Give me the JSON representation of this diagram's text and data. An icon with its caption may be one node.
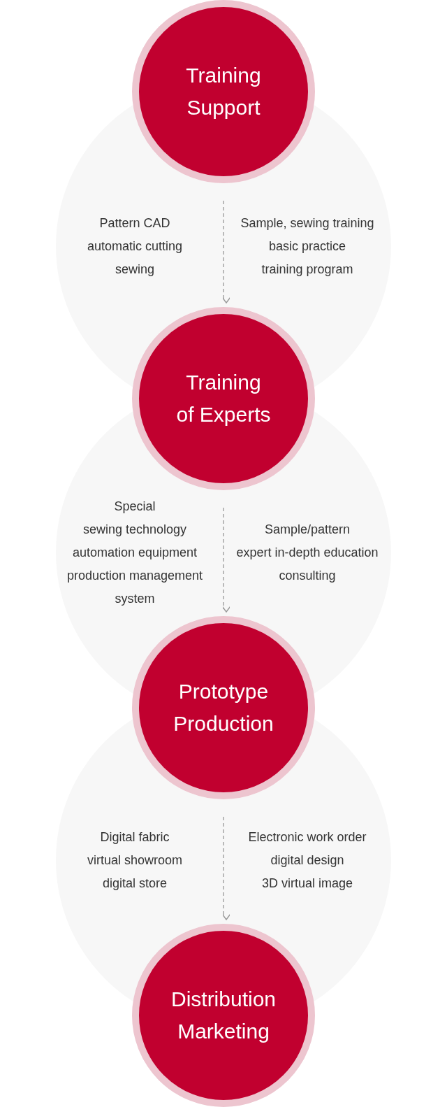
{
  "diagram": {
    "nodes": [
      {
        "text": [
          "Training Support"
        ]
      },
      {
        "text": [
          "Training of Experts"
        ]
      },
      {
        "text": [
          "Prototype Production"
        ]
      },
      {
        "text": [
          "Distribution Marketing"
        ]
      }
    ],
    "edges": [
      {
        "from": 0,
        "to": 1,
        "arrow": "to",
        "style": "dashed"
      },
      {
        "from": 1,
        "to": 2,
        "arrow": "to",
        "style": "dashed"
      },
      {
        "from": 2,
        "to": 3,
        "arrow": "to",
        "style": "dashed"
      }
    ],
    "labels": [
      "Pattern CAD",
      "automatic cutting",
      "sewing",
      "Sample, sewing training",
      "basic practice",
      "training program",
      "Special",
      "sewing technology",
      "automation equipment",
      "production management",
      "system",
      "Sample/pattern",
      "expert in-depth education",
      "consulting",
      "Digital fabric",
      "virtual showroom",
      "digital store",
      "Electronic work order",
      "digital design",
      "3D virtual image"
    ]
  }
}
